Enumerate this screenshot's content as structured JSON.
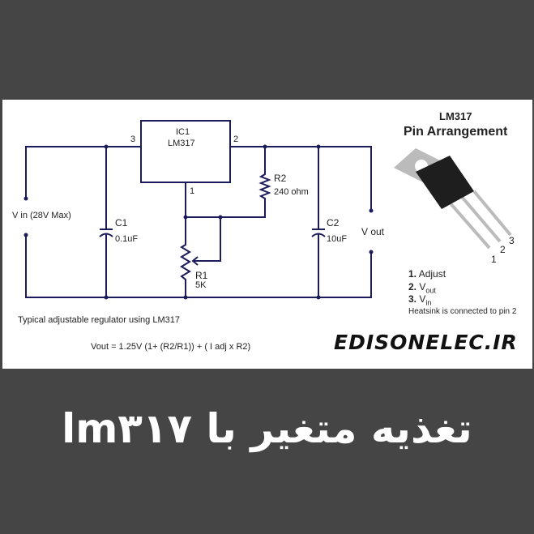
{
  "schematic": {
    "ic_name": "IC1",
    "ic_part": "LM317",
    "pin3": "3",
    "pin2": "2",
    "pin1": "1",
    "vin_label": "V in (28V Max)",
    "vout_label": "V out",
    "c1_name": "C1",
    "c1_value": "0.1uF",
    "c2_name": "C2",
    "c2_value": "10uF",
    "r1_name": "R1",
    "r1_value": "5K",
    "r2_name": "R2",
    "r2_value": "240 ohm",
    "description": "Typical adjustable regulator using LM317",
    "formula": "Vout = 1.25V (1+ (R2/R1))  + ( I adj x R2)"
  },
  "pinout": {
    "title_part": "LM317",
    "title": "Pin Arrangement",
    "pin_numbers": [
      "1",
      "2",
      "3"
    ],
    "pins": [
      {
        "num": "1.",
        "name": "Adjust"
      },
      {
        "num": "2.",
        "name": "V",
        "sub": "out"
      },
      {
        "num": "3.",
        "name": "V",
        "sub": "in"
      }
    ],
    "note": "Heatsink is connected to pin 2"
  },
  "brand": "EDISONELEC.IR",
  "caption": "تغذیه متغیر با lm۳۱۷",
  "colors": {
    "wire": "#1c1c5c",
    "background": "#454545"
  }
}
